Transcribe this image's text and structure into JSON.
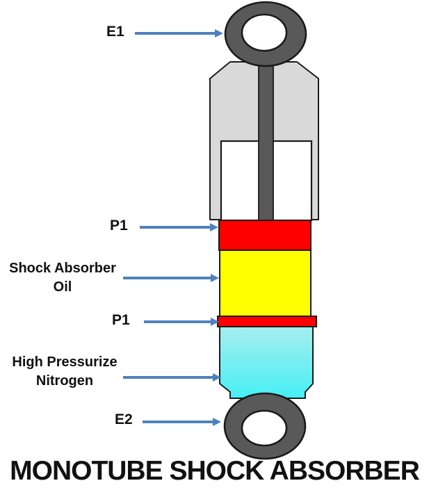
{
  "title": "MONOTUBE SHOCK ABSORBER",
  "labels": {
    "e1": "E1",
    "p1_top": "P1",
    "oil_line1": "Shock Absorber",
    "oil_line2": "Oil",
    "p1_bottom": "P1",
    "nitrogen_line1": "High Pressurize",
    "nitrogen_line2": "Nitrogen",
    "e2": "E2"
  },
  "colors": {
    "arrow-blue": "#4f81bd",
    "shell-gray": "#d9d9d9",
    "metal-dark": "#595959",
    "piston-red": "#fe0000",
    "oil-yellow": "#ffff00",
    "nitrogen-cyan-top": "#a8eded",
    "nitrogen-cyan-bottom": "#45f0f5",
    "outline-black": "#1a1a1a"
  }
}
